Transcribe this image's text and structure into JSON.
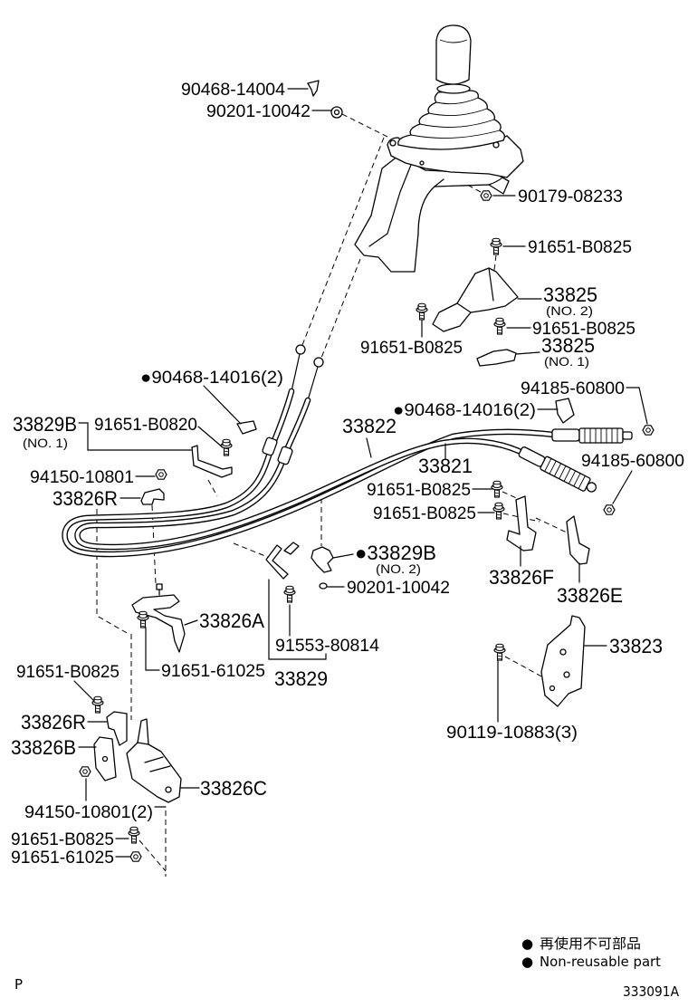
{
  "diagram": {
    "callouts": {
      "p90468_14004": "90468-14004",
      "p90201_10042_upper": "90201-10042",
      "p90179_08233": "90179-08233",
      "p91651_b0825_top": "91651-B0825",
      "p33825_no2": "33825",
      "p33825_no2_sub": "(NO. 2)",
      "p91651_b0825_right": "91651-B0825",
      "p91651_b0825_left": "91651-B0825",
      "p33825_no1": "33825",
      "p33825_no1_sub": "(NO. 1)",
      "p90468_14016_left": "●90468-14016(2)",
      "p94185_60800_upper": "94185-60800",
      "p90468_14016_right": "●90468-14016(2)",
      "p33829b_no1": "33829B",
      "p33829b_no1_sub": "(NO. 1)",
      "p91651_b0820": "91651-B0820",
      "p33822": "33822",
      "p33821": "33821",
      "p94185_60800_lower": "94185-60800",
      "p94150_10801": "94150-10801",
      "p91651_b0825_f_upper": "91651-B0825",
      "p33826r_upper": "33826R",
      "p91651_b0825_f_lower": "91651-B0825",
      "p33829b_no2": "●33829B",
      "p33829b_no2_sub": "(NO. 2)",
      "p33826f": "33826F",
      "p90201_10042_lower": "90201-10042",
      "p33826e": "33826E",
      "p33826a": "33826A",
      "p33823": "33823",
      "p91553_80814": "91553-80814",
      "p91651_61025_mid": "91651-61025",
      "p33829": "33829",
      "p91651_b0825_lowleft": "91651-B0825",
      "p33826r_lower": "33826R",
      "p90119_10883": "90119-10883(3)",
      "p33826b": "33826B",
      "p33826c": "33826C",
      "p94150_10801_2": "94150-10801(2)",
      "p91651_b0825_bottom": "91651-B0825",
      "p91651_61025_bottom": "91651-61025"
    },
    "legend": [
      {
        "marker": "●",
        "text": "再使用不可部品"
      },
      {
        "marker": "●",
        "text": "Non-reusable part"
      }
    ],
    "corner_mark": "P",
    "figure_code": "333091A",
    "colors": {
      "line": "#000000",
      "background": "#ffffff"
    }
  }
}
